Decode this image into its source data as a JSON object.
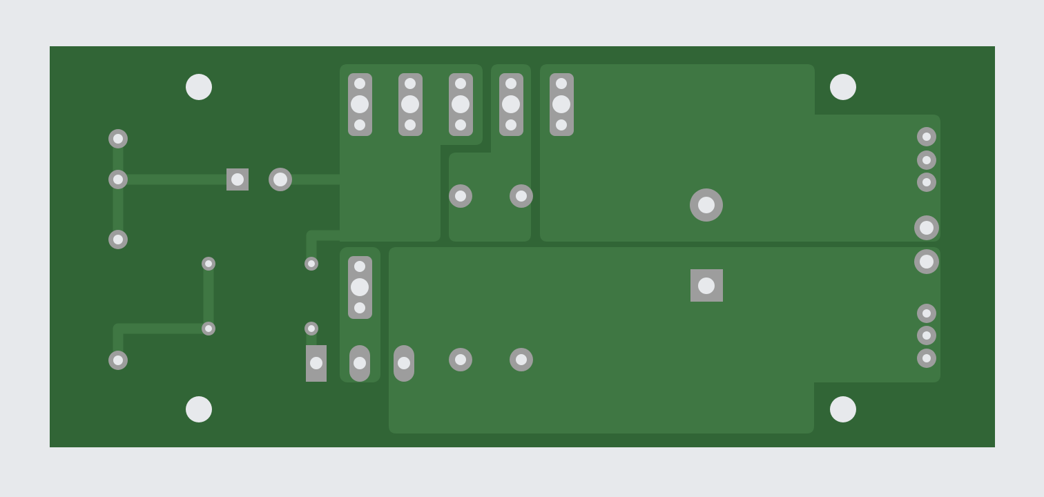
{
  "colors": {
    "background": "#e7e9ec",
    "board": "#316536",
    "copper_pour": "#3f7743",
    "trace": "#3f7743",
    "pad": "#9d9d9d",
    "drill": "#e7e9ec"
  },
  "board": {
    "layer": "copper-bottom",
    "mounting_holes": 4,
    "copper_zones": 5,
    "edge_connector_pins": 8
  }
}
